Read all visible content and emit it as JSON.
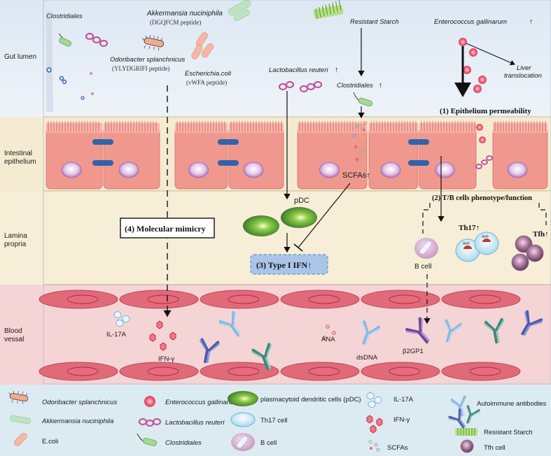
{
  "zones": {
    "gut_lumen": "Gut lumen",
    "intestinal_epithelium": [
      "Intestinal",
      "epithelium"
    ],
    "lamina_propria": [
      "Lamina",
      "propria"
    ],
    "blood_vessel": [
      "Blood",
      "vessal"
    ]
  },
  "lumen": {
    "clostridiales": "Clostridiales",
    "akkermansia": "Akkermansia nuciniphila",
    "akkermansia_peptide": "(DGQFCM peptide)",
    "odoribacter": "Odoribacter splanchnicus",
    "odoribacter_peptide": "(YLYDGRIFI peptide)",
    "ecoli": "Escherichia.coli",
    "ecoli_peptide": "(vWFA peptide)",
    "lactobacillus": "Lactobacillus reuteri",
    "resistant_starch": "Resistant Starch",
    "clostridiales_up": "Clostridiales",
    "enterococcus": "Enterococcus gallinarum",
    "liver": [
      "Liver",
      "translocation"
    ],
    "up_arrow": "↑"
  },
  "steps": {
    "epithelium": "(1) Epithelium permeability",
    "tb_cells": "(2) T/B cells  phenotype/function",
    "type1_ifn": "(3) Type I IFN↑",
    "mimicry": "(4) Molecular mimicry"
  },
  "cells": {
    "scfas": "SCFAs↑",
    "pdc": "pDC",
    "th17": "Th17↑",
    "tfh": "Tfh↑",
    "b_cell": "B cell",
    "ahr": "AhR"
  },
  "blood": {
    "il17a": "IL-17A",
    "ifng": "IFN-γ",
    "ana": "ANA",
    "dsdna": "dsDNA",
    "b2gp1": "β2GP1"
  },
  "legend": {
    "odoribacter": "Odoribacter splanchnicus",
    "akkermansia": "Akkermansia nuciniphila",
    "ecoli": "E.coli",
    "enterococcus": "Enterococcus gallinarum",
    "lactobacillus": "Lactobacillus reuteri",
    "clostridiales": "Clostridiales",
    "pdc": "plasmacytoid dendritic cells (pDC)",
    "th17": "Th17 cell",
    "bcell": "B cell",
    "il17a": "IL-17A",
    "ifng": "IFN-γ",
    "scfas": "SCFAs",
    "autoab": "Autoimmune antibodies",
    "rs": "Resistant Starch",
    "tfh": "Tfh cell"
  },
  "colors": {
    "lumen_bg": "#e4edf6",
    "epithelium_bg": "#f6ecd4",
    "lamina_bg": "#f6eed6",
    "blood_bg": "#f5d3d5",
    "legend_bg": "#dcebf1",
    "cell_fill": "#f09c92",
    "junction": "#2f64a8",
    "rbc": "#e06a78"
  }
}
